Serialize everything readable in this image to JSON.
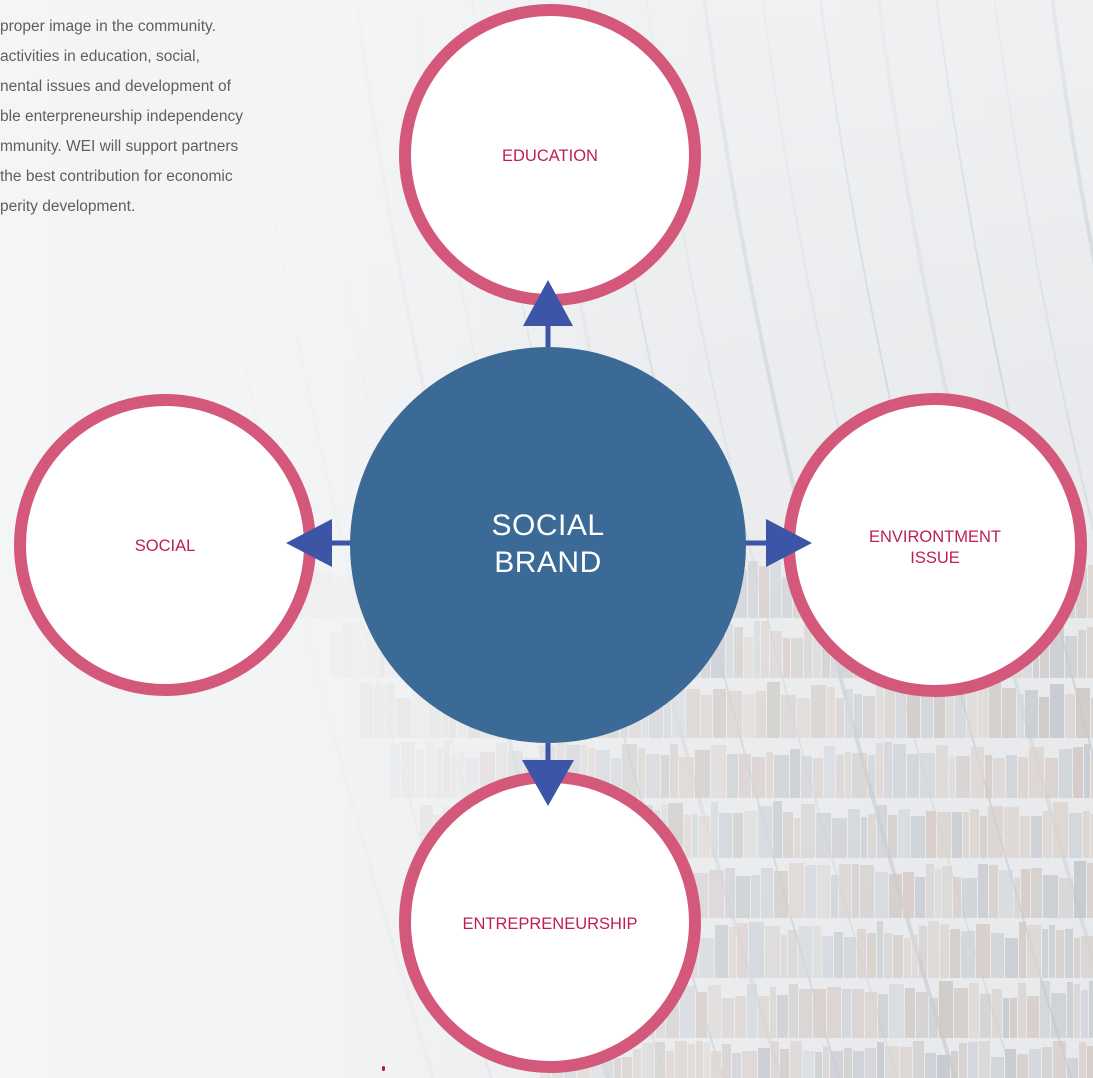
{
  "intro": {
    "lines": [
      "proper image in the community.",
      "activities in education, social,",
      "nental issues and development of",
      "ble enterpreneurship independency",
      "mmunity. WEI will support partners",
      "the best contribution for economic",
      "perity development."
    ]
  },
  "diagram": {
    "center": {
      "line1": "SOCIAL",
      "line2": "BRAND"
    },
    "nodes": {
      "education": "EDUCATION",
      "social": "SOCIAL",
      "environment_line1": "ENVIRONTMENT",
      "environment_line2": "ISSUE",
      "entrepreneurship": "ENTREPRENEURSHIP"
    }
  },
  "colors": {
    "ring": "#d4587a",
    "ring_label": "#be1e55",
    "hub": "#3b6a97",
    "arrow": "#3d55a6",
    "body_text": "#5e5e5e"
  }
}
